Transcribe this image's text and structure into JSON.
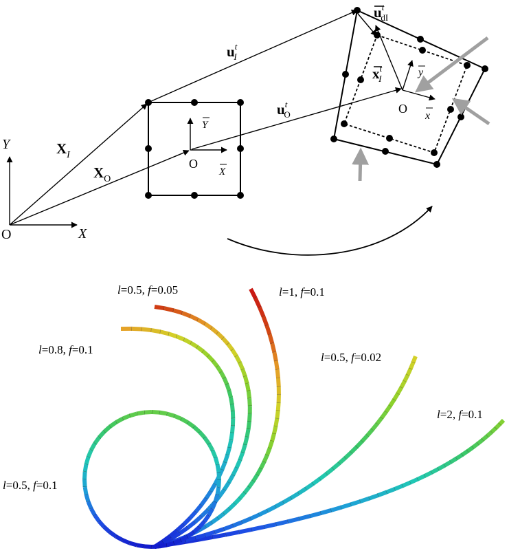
{
  "colors": {
    "ink": "#000000",
    "load_arrow": "#a0a0a0",
    "colormap": [
      "#1010c8",
      "#1e50e6",
      "#1ea0d8",
      "#20c8b4",
      "#3cc864",
      "#8cd22c",
      "#d2d228",
      "#e6a028",
      "#d24614",
      "#c81414"
    ]
  },
  "frame_labels": {
    "global_origin": "O",
    "global_x": "X",
    "global_y": "Y",
    "local_origin_ref": "O",
    "local_x_ref": "X",
    "local_y_ref": "Y",
    "local_origin_cur": "O",
    "local_x_cur": "x",
    "local_y_cur": "y"
  },
  "vector_labels": {
    "X_I": {
      "base": "X",
      "sub": "I"
    },
    "X_O": {
      "base": "X",
      "sub": "O"
    },
    "u_I": {
      "base": "u",
      "sup": "t",
      "sub": "I"
    },
    "u_O": {
      "base": "u",
      "sup": "t",
      "sub": "O"
    },
    "x_I": {
      "base": "x",
      "sup": "t",
      "sub": "I"
    },
    "u_dI": {
      "base": "u",
      "sup": "t",
      "sub": "dI"
    }
  },
  "curve_labels": [
    {
      "l": "0.5",
      "f": "0.05"
    },
    {
      "l": "1",
      "f": "0.1"
    },
    {
      "l": "0.8",
      "f": "0.1"
    },
    {
      "l": "0.5",
      "f": "0.02"
    },
    {
      "l": "2",
      "f": "0.1"
    },
    {
      "l": "0.5",
      "f": "0.1"
    }
  ]
}
